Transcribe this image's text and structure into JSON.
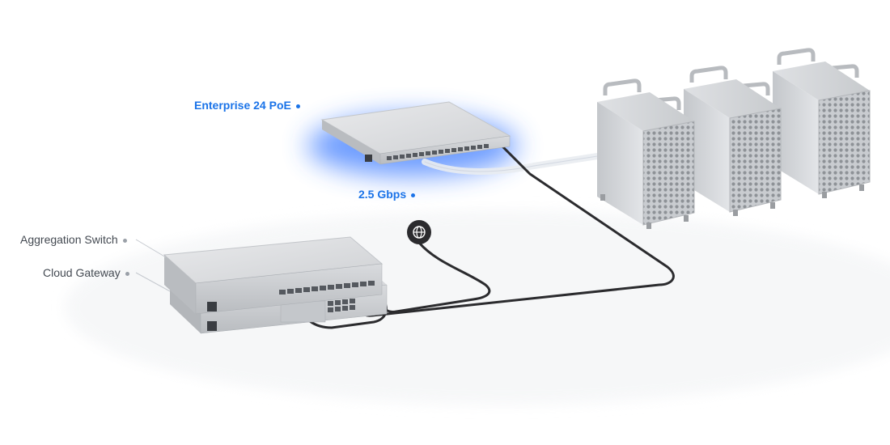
{
  "labels": {
    "enterprise_switch": "Enterprise 24 PoE",
    "link_speed": "2.5 Gbps",
    "aggregation_switch": "Aggregation Switch",
    "cloud_gateway": "Cloud Gateway"
  },
  "icons": {
    "internet": "globe-icon"
  },
  "colors": {
    "accent": "#1a73e8",
    "glow": "#3d7bff",
    "label_gray": "#444a52",
    "cable": "#2b2b2e"
  }
}
